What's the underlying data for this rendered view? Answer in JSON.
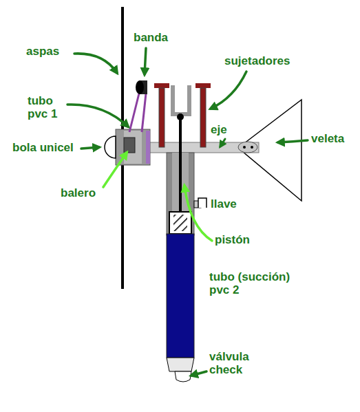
{
  "diagram": {
    "labels": [
      "aspas",
      "banda",
      "sujetadores",
      "tubo pvc 1",
      "eje",
      "veleta",
      "bola unicel",
      "balero",
      "llave",
      "pistón",
      "tubo (succión) pvc 2",
      "válvula check"
    ]
  }
}
